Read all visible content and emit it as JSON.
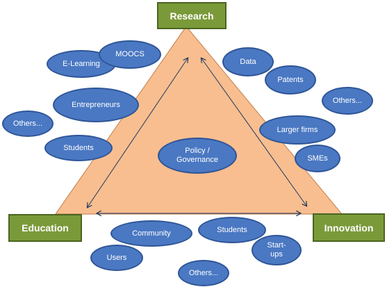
{
  "corners": {
    "research": "Research",
    "education": "Education",
    "innovation": "Innovation"
  },
  "center": "Policy /\nGovernance",
  "bubbles": {
    "e_learning": "E-Learning",
    "moocs": "MOOCS",
    "entrepreneurs": "Entrepreneurs",
    "others_left": "Others...",
    "students_left": "Students",
    "data": "Data",
    "patents": "Patents",
    "others_right": "Others...",
    "larger_firms": "Larger firms",
    "smes": "SMEs",
    "community": "Community",
    "students_bottom": "Students",
    "start_ups": "Start-\nups",
    "users": "Users",
    "others_bottom": "Others..."
  },
  "colors": {
    "triangle_fill": "#f9be8f",
    "triangle_stroke": "#c98a5a",
    "corner_fill": "#7a9a3a",
    "bubble_fill": "#4a78c2",
    "arrow": "#1f3864"
  }
}
